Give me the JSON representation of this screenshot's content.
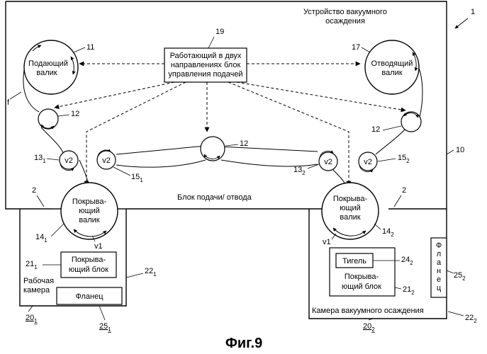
{
  "figure": {
    "caption": "Фиг.9",
    "apparatus_title_1": "Устройство вакуумного",
    "apparatus_title_2": "осаждения",
    "apparatus_ref": "1",
    "housing_ref": "10",
    "feed_section_label": "Блок подачи/ отвода",
    "control_unit": {
      "ref": "19",
      "line1": "Работающий в двух",
      "line2": "направлениях блок",
      "line3": "управления подачей"
    },
    "supply_roll": {
      "ref": "11",
      "line1": "Подающий",
      "line2": "валик"
    },
    "takeup_roll": {
      "ref": "17",
      "line1": "Отводящий",
      "line2": "валик"
    },
    "film_ref": "f",
    "guide_rolls": {
      "ref": "12"
    },
    "speed_rolls": {
      "speed_label": "v2",
      "left_a_ref": "13",
      "left_a_sub": "1",
      "left_b_ref": "15",
      "left_b_sub": "1",
      "right_a_ref": "13",
      "right_a_sub": "2",
      "right_b_ref": "15",
      "right_b_sub": "2"
    },
    "coating_roll_left": {
      "line1": "Покрыва-",
      "line2": "ющий",
      "line3": "валик",
      "ref": "14",
      "sub": "1",
      "speed": "v1"
    },
    "coating_roll_right": {
      "line1": "Покрыва-",
      "line2": "ющий",
      "line3": "валик",
      "ref": "14",
      "sub": "2",
      "speed": "v1"
    },
    "partition_ref": "2",
    "chamber_left": {
      "coating_unit_line1": "Покрыва-",
      "coating_unit_line2": "ющий блок",
      "coating_unit_ref": "21",
      "coating_unit_sub": "1",
      "wall_ref": "22",
      "wall_sub": "1",
      "name_line1": "Рабочая",
      "name_line2": "камера",
      "ref": "20",
      "ref_sub": "1",
      "flange_label": "Фланец",
      "flange_ref": "25",
      "flange_sub": "1"
    },
    "chamber_right": {
      "crucible_label": "Тигель",
      "crucible_ref": "24",
      "crucible_sub": "2",
      "coating_unit_line1": "Покрыва-",
      "coating_unit_line2": "ющий блок",
      "coating_unit_ref": "21",
      "coating_unit_sub": "2",
      "name": "Камера вакуумного осаждения",
      "ref": "20",
      "ref_sub": "2",
      "wall_ref": "22",
      "wall_sub": "2",
      "flange_letters": [
        "Ф",
        "л",
        "а",
        "н",
        "е",
        "ц"
      ],
      "flange_ref": "25",
      "flange_sub": "2"
    }
  }
}
